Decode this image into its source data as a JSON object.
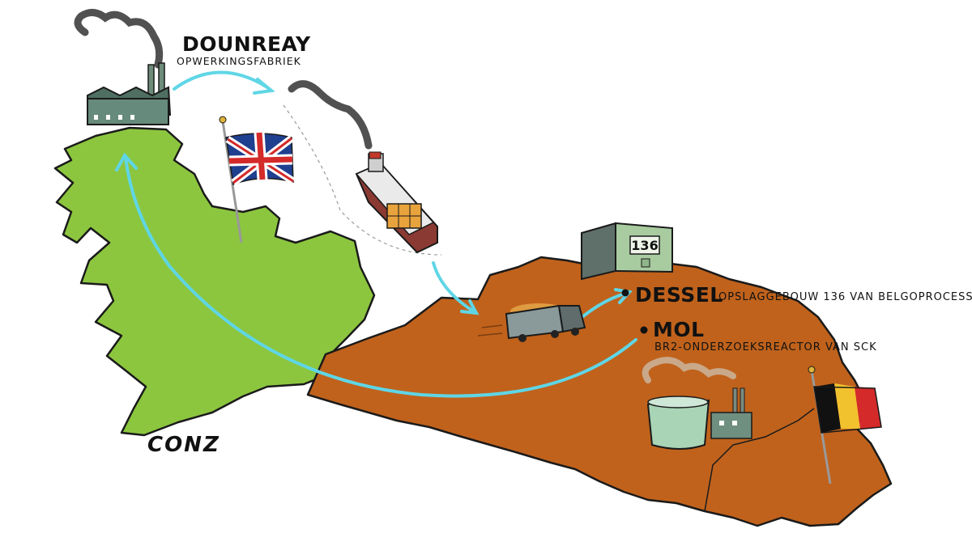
{
  "places": {
    "dounreay": {
      "name": "DOUNREAY",
      "desc": "OPWERKINGSFABRIEK"
    },
    "dessel": {
      "name": "DESSEL",
      "desc": "OPSLAGGEBOUW 136 VAN BELGOPROCESS"
    },
    "mol": {
      "name": "MOL",
      "desc": "BR2-ONDERZOEKSREACTOR VAN SCK"
    }
  },
  "building_number": "136",
  "signature": "CONZ",
  "colors": {
    "uk_land": "#8cc63f",
    "belgium_land": "#c0621c",
    "route_arrow": "#5fd6e6",
    "flag_blue": "#1f3f8f",
    "flag_red": "#d42a2a"
  },
  "icons": [
    "dounreay-factory-icon",
    "ship-icon",
    "truck-icon",
    "storage-building-icon",
    "reactor-icon",
    "uk-flag-icon",
    "belgium-flag-icon"
  ]
}
